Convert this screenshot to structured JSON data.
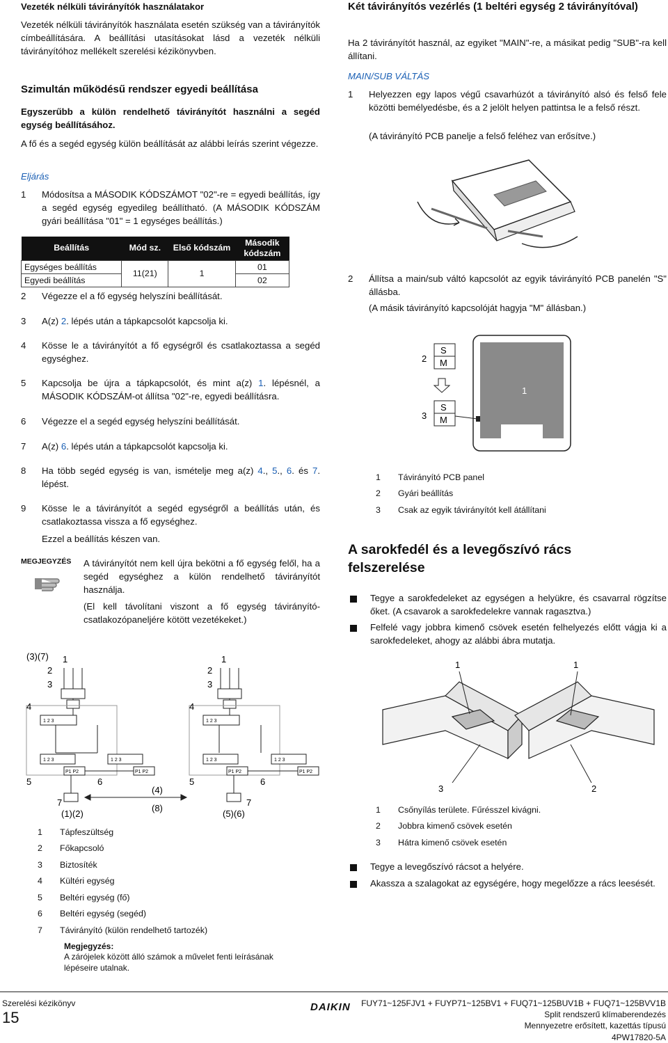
{
  "left": {
    "heading_wireless": "Vezeték nélküli távirányítók használatakor",
    "para_wireless": "Vezeték nélküli távirányítók használata esetén szükség van a távirányítók címbeállítására. A beállítási utasításokat lásd a vezeték nélküli távirányítóhoz mellékelt szerelési kézikönyvben.",
    "section_title": "Szimultán működésű rendszer egyedi beállítása",
    "subtitle": "Egyszerűbb a külön rendelhető távirányítót használni a segéd egység beállításához.",
    "intro": "A fő és a segéd egység külön beállítását az alábbi leírás szerint végezze.",
    "procedure_label": "Eljárás",
    "steps": [
      {
        "num": "1",
        "text": "Módosítsa a MÁSODIK KÓDSZÁMOT \"02\"-re = egyedi beállítás, így a segéd egység egyedileg beállítható. (A MÁSODIK KÓDSZÁM gyári beállítása \"01\" = 1 egységes beállítás.)"
      },
      {
        "num": "2",
        "text": "Végezze el a fő egység helyszíni beállítását."
      },
      {
        "num": "3",
        "pre": "A(z) ",
        "ref": "2",
        "post": ". lépés után a tápkapcsolót kapcsolja ki."
      },
      {
        "num": "4",
        "text": "Kösse le a távirányítót a fő egységről és csatlakoztassa a segéd egységhez."
      },
      {
        "num": "5",
        "pre": "Kapcsolja be újra a tápkapcsolót, és mint a(z) ",
        "ref": "1",
        "post": ". lépésnél, a MÁSODIK KÓDSZÁM-ot állítsa \"02\"-re, egyedi beállításra."
      },
      {
        "num": "6",
        "text": "Végezze el a segéd egység helyszíni beállítását."
      },
      {
        "num": "7",
        "pre": "A(z) ",
        "ref": "6",
        "post": ". lépés után a tápkapcsolót kapcsolja ki."
      },
      {
        "num": "8",
        "pre": "Ha több segéd egység is van, ismételje meg a(z) ",
        "ref": "4",
        "mid1": "., ",
        "ref2": "5",
        "mid2": "., ",
        "ref3": "6",
        "mid3": ". és ",
        "ref4": "7",
        "post": ". lépést."
      },
      {
        "num": "9",
        "text": "Kösse le a távirányítót a segéd egységről a beállítás után, és csatlakoztassa vissza a fő egységhez."
      }
    ],
    "done": "Ezzel a beállítás készen van.",
    "table": {
      "headers": [
        "Beállítás",
        "Mód sz.",
        "Első kódszám",
        "Második kódszám"
      ],
      "row1": [
        "Egységes beállítás",
        "11(21)",
        "1",
        "01"
      ],
      "row2": [
        "Egyedi beállítás",
        "02"
      ]
    },
    "note_label": "MEGJEGYZÉS",
    "note_text1": "A távirányítót nem kell újra bekötni a fő egység felől, ha a segéd egységhez a külön rendelhető távirányítót használja.",
    "note_text2": "(El kell távolítani viszont a fő egység távirányító-csatlakozópaneljére kötött vezetékeket.)",
    "diagram_labels": {
      "l37": "(3)(7)",
      "l1": "1",
      "l2": "2",
      "l3": "3",
      "l4": "4",
      "l5": "5",
      "l6": "6",
      "l7": "7",
      "l12": "(1)(2)",
      "l4p": "(4)",
      "l8p": "(8)",
      "l56": "(5)(6)",
      "pins": "1 2 3",
      "pq": "P1 P2"
    },
    "legend": [
      {
        "n": "1",
        "t": "Tápfeszültség"
      },
      {
        "n": "2",
        "t": "Főkapcsoló"
      },
      {
        "n": "3",
        "t": "Biztosíték"
      },
      {
        "n": "4",
        "t": "Kültéri egység"
      },
      {
        "n": "5",
        "t": "Beltéri egység (fő)"
      },
      {
        "n": "6",
        "t": "Beltéri egység (segéd)"
      },
      {
        "n": "7",
        "t": "Távirányító (külön rendelhető tartozék)"
      }
    ],
    "note_bottom_title": "Megjegyzés:",
    "note_bottom_text": "A zárójelek között álló számok a művelet fenti leírásának lépéseire utalnak."
  },
  "right": {
    "title": "Két távirányítós vezérlés (1 beltéri egység 2 távirányítóval)",
    "intro": "Ha 2 távirányítót használ, az egyiket \"MAIN\"-re, a másikat pedig \"SUB\"-ra kell állítani.",
    "mainsub_label": "MAIN/SUB VÁLTÁS",
    "step1_num": "1",
    "step1_text": "Helyezzen egy lapos végű csavarhúzót a távirányító alsó és felső fele közötti bemélyedésbe, és a 2 jelölt helyen pattintsa le a felső részt.",
    "step1_note": "(A távirányító PCB panelje a felső feléhez van erősítve.)",
    "step2_num": "2",
    "step2_text": "Állítsa a main/sub váltó kapcsolót az egyik távirányító PCB panelén \"S\" állásba.",
    "step2_note": "(A másik távirányító kapcsolóját hagyja \"M\" állásban.)",
    "pcb_labels": {
      "n2": "2",
      "n3": "3",
      "n1": "1",
      "s": "S",
      "m": "M"
    },
    "pcb_legend": [
      {
        "n": "1",
        "t": "Távirányító PCB panel"
      },
      {
        "n": "2",
        "t": "Gyári beállítás"
      },
      {
        "n": "3",
        "t": "Csak az egyik távirányítót kell átállítani"
      }
    ],
    "big_title": "A sarokfedél és a levegőszívó rács felszerelése",
    "bullets1": [
      "Tegye a sarokfedeleket az egységen a helyükre, és csavarral rögzítse őket. (A csavarok a sarokfedelekre vannak ragasztva.)",
      "Felfelé vagy jobbra kimenő csövek esetén felhelyezés előtt vágja ki a sarokfedeleket, ahogy az alábbi ábra mutatja."
    ],
    "corner_labels": {
      "a": "1",
      "b": "1",
      "c": "3",
      "d": "2"
    },
    "corner_legend": [
      {
        "n": "1",
        "t": "Csőnyílás területe. Fűrésszel kivágni."
      },
      {
        "n": "2",
        "t": "Jobbra kimenő csövek esetén"
      },
      {
        "n": "3",
        "t": "Hátra kimenő csövek esetén"
      }
    ],
    "bullets2": [
      "Tegye a levegőszívó rácsot a helyére.",
      "Akassza a szalagokat az egységére, hogy megelőzze a rács leesését."
    ]
  },
  "footer": {
    "manual": "Szerelési kézikönyv",
    "page": "15",
    "brand": "DAIKIN",
    "models": "FUY71~125FJV1 + FUYP71~125BV1 + FUQ71~125BUV1B + FUQ71~125BVV1B",
    "line2": "Split rendszerű klímaberendezés",
    "line3": "Mennyezetre erősített, kazettás típusú",
    "code": "4PW17820-5A"
  }
}
